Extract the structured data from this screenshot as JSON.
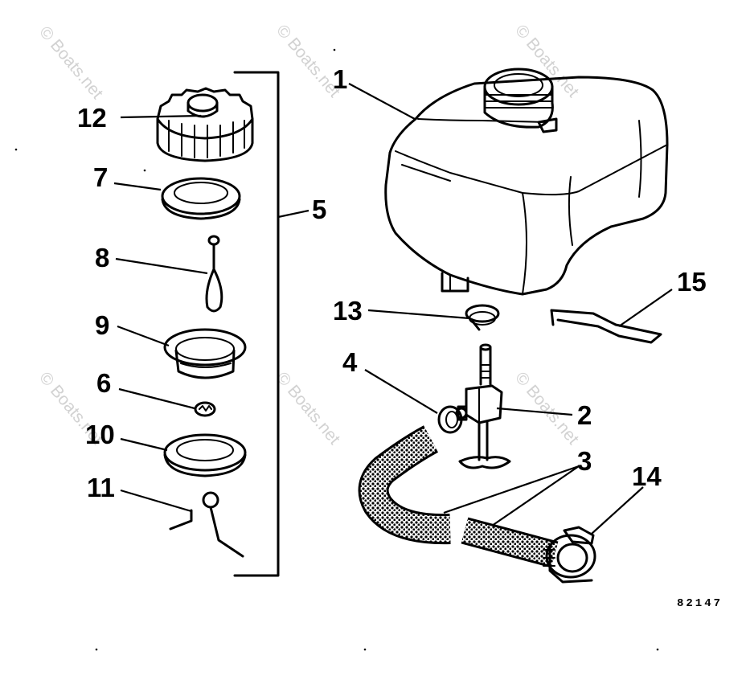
{
  "watermark": "© Boats.net",
  "diagram_code": "82147",
  "callouts": {
    "tank": "1",
    "valve": "2",
    "hose": "3",
    "hose_nut": "4",
    "cap_assembly": "5",
    "clip": "6",
    "gasket_top": "7",
    "retainer": "8",
    "vent_ring": "9",
    "gasket_lower": "10",
    "wire_spring": "11",
    "fill_cap": "12",
    "spring_clip": "13",
    "hose_clamp": "14",
    "bracket": "15"
  },
  "colors": {
    "ink": "#000000",
    "watermark": "#d2d2d2",
    "hose_fill": "#555555"
  }
}
